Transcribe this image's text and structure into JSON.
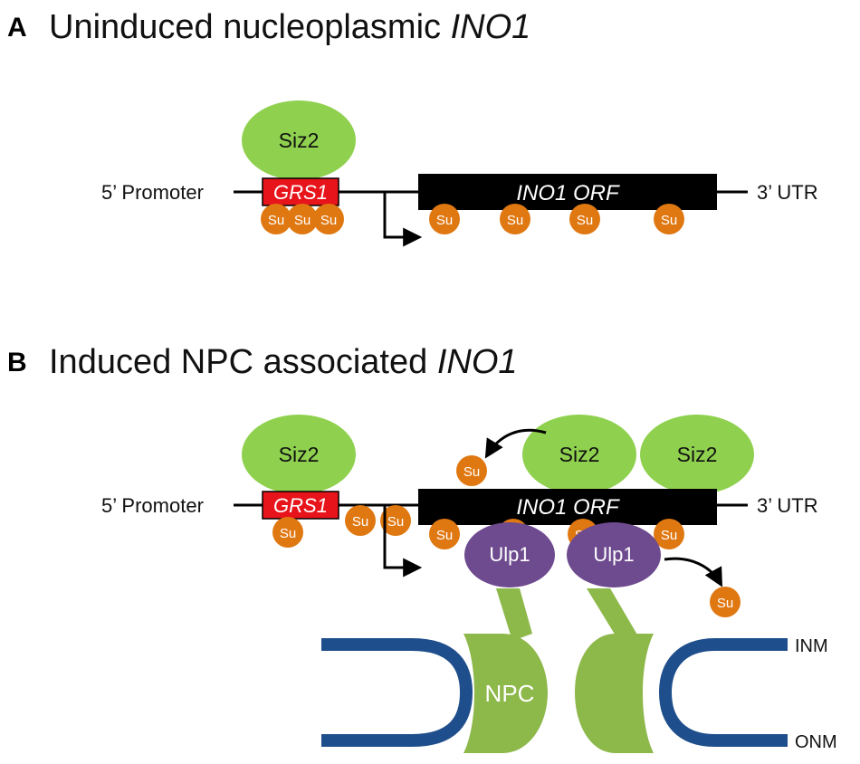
{
  "colors": {
    "siz2": "#8fd14f",
    "sumo": "#e07812",
    "grs1": "#e8141c",
    "orf": "#000000",
    "ulp1": "#6e4a8f",
    "npc": "#8db84a",
    "membrane": "#1f4e8c"
  },
  "panel_a": {
    "letter": "A",
    "title_plain": "Uninduced nucleoplasmic ",
    "title_italic": "INO1",
    "promoter": "5’ Promoter",
    "utr": "3’ UTR",
    "grs1": "GRS1",
    "orf": "INO1 ORF",
    "siz2": "Siz2",
    "su": "Su"
  },
  "panel_b": {
    "letter": "B",
    "title_plain": "Induced NPC associated ",
    "title_italic": "INO1",
    "promoter": "5’ Promoter",
    "utr": "3’ UTR",
    "grs1": "GRS1",
    "orf": "INO1 ORF",
    "siz2": "Siz2",
    "su": "Su",
    "ulp1": "Ulp1",
    "npc": "NPC",
    "inm": "INM",
    "onm": "ONM"
  }
}
